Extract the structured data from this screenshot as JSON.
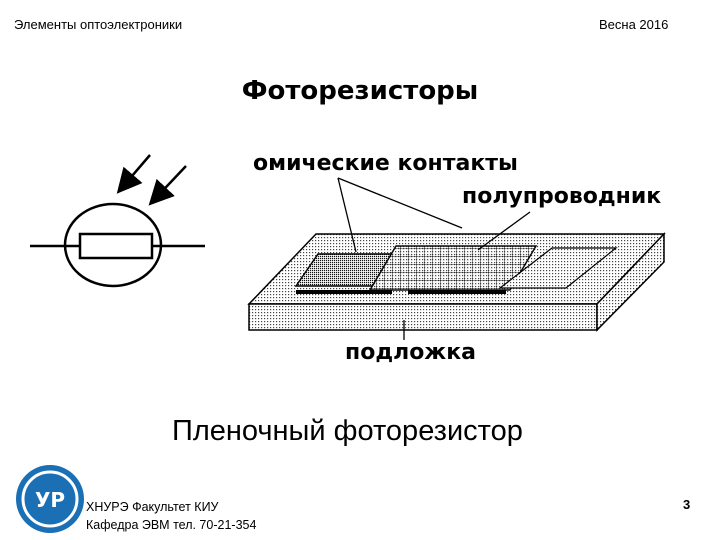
{
  "header": {
    "course": "Элементы оптоэлектроники",
    "term": "Весна 2016"
  },
  "slide": {
    "title": "Фоторезисторы",
    "caption": "Пленочный фоторезистор",
    "page_number": "3"
  },
  "diagram": {
    "labels": {
      "contacts": "омические контакты",
      "semiconductor": "полупроводник",
      "substrate": "подложка"
    }
  },
  "footer": {
    "line1": "ХНУРЭ Факультет КИУ",
    "line2": "Кафедра ЭВМ   тел. 70-21-354"
  },
  "logo": {
    "text": "УР",
    "color": "#1a6fb5"
  }
}
